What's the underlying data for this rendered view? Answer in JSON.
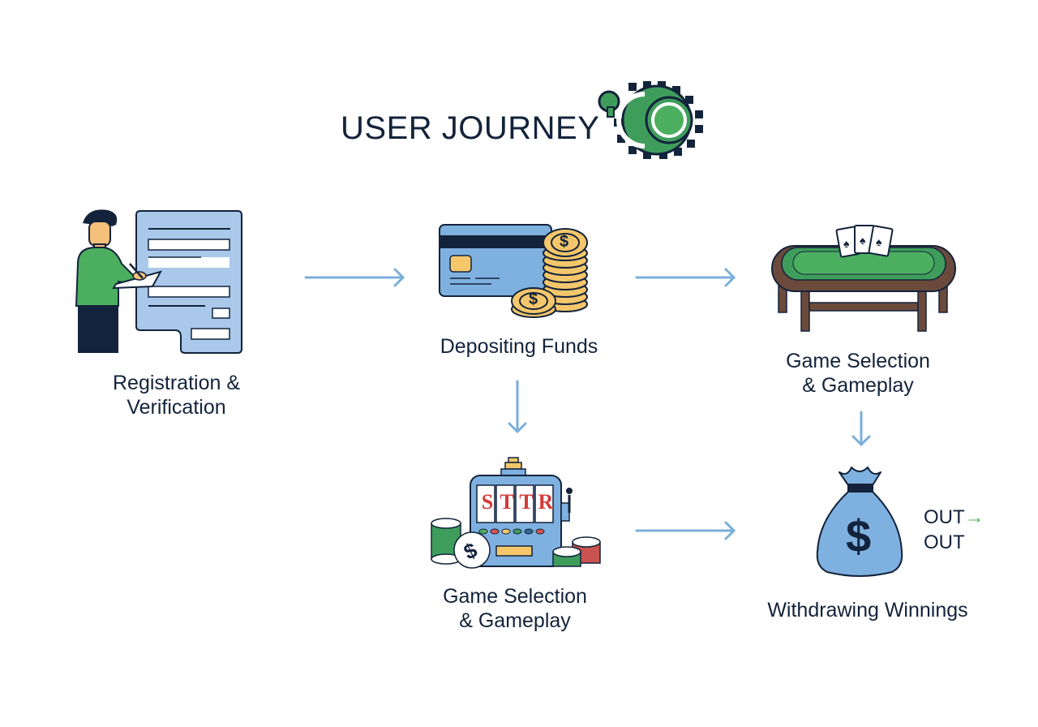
{
  "header": {
    "title": "USER JOURNEY",
    "logo_icon": "gear-logo-icon"
  },
  "colors": {
    "text": "#13233b",
    "arrow": "#7aaedb",
    "accent_green": "#4caf5f",
    "light_blue": "#7fb1e0"
  },
  "steps": [
    {
      "id": "registration",
      "label_line1": "Registration &",
      "label_line2": "Verification",
      "icon": "registration-form-icon"
    },
    {
      "id": "deposit",
      "label": "Depositing Funds",
      "icon": "credit-card-coins-icon"
    },
    {
      "id": "table-game",
      "label_line1": "Game Selection",
      "label_line2": "& Gameplay",
      "icon": "poker-table-icon"
    },
    {
      "id": "slot-game",
      "label_line1": "Game Selection",
      "label_line2": "& Gameplay",
      "icon": "slot-machine-icon",
      "reel_text": [
        "S",
        "T",
        "T",
        "R"
      ]
    },
    {
      "id": "withdraw",
      "label": "Withdrawing Winnings",
      "icon": "money-bag-icon",
      "out_line1": "OUT",
      "out_line2": "OUT",
      "out_arrow": "→",
      "bag_symbol": "$"
    }
  ],
  "coin_symbol": "$"
}
